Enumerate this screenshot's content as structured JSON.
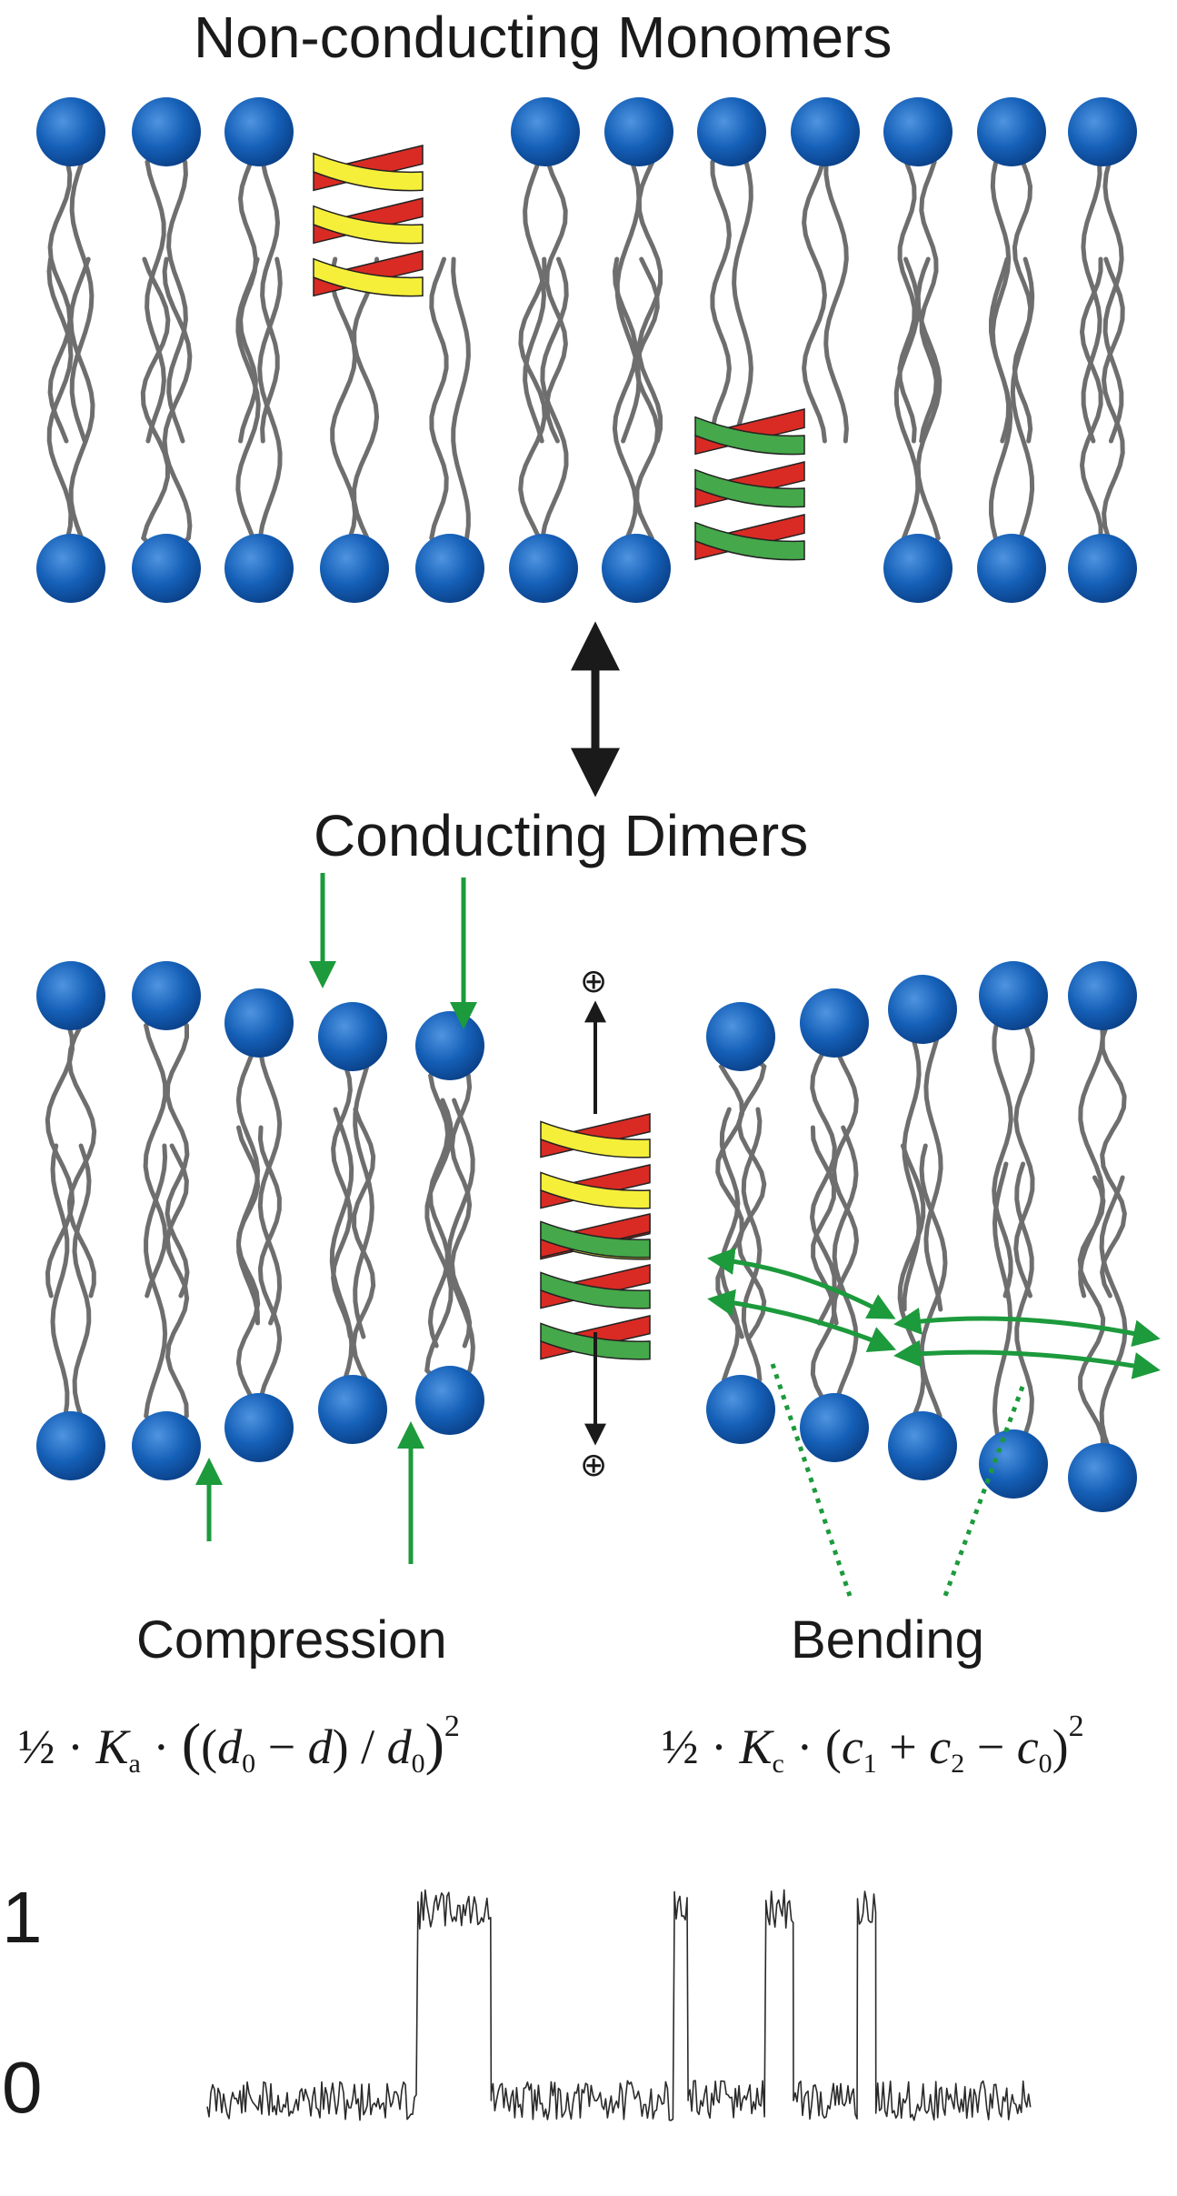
{
  "labels": {
    "top_title": "Non-conducting Monomers",
    "middle_title": "Conducting Dimers",
    "compression": "Compression",
    "bending": "Bending",
    "trace_high": "1",
    "trace_low": "0"
  },
  "equations": {
    "compression": {
      "half": "½",
      "K": "K",
      "K_sub": "a",
      "d0": "d",
      "d0_sub": "0",
      "d": "d",
      "exp": "2"
    },
    "bending": {
      "half": "½",
      "K": "K",
      "K_sub": "c",
      "c1": "c",
      "c1_sub": "1",
      "c2": "c",
      "c2_sub": "2",
      "c0": "c",
      "c0_sub": "0",
      "exp": "2"
    }
  },
  "symbols": {
    "charge": "⊕"
  },
  "colors": {
    "lipid_head": "#1560b8",
    "lipid_head_dark": "#0a3f86",
    "tail": "#6e6e6e",
    "helix_red": "#d92b24",
    "helix_yellow": "#f5ef3a",
    "helix_green": "#45a84a",
    "arrow_green": "#1c9a3c",
    "ink": "#1a1a1a"
  },
  "trace": {
    "levels": [
      0,
      1
    ],
    "segments": [
      [
        0,
        0
      ],
      [
        2.3,
        1
      ],
      [
        3.1,
        0
      ],
      [
        5.1,
        1
      ],
      [
        5.25,
        0
      ],
      [
        6.1,
        1
      ],
      [
        6.4,
        0
      ],
      [
        7.1,
        1
      ],
      [
        7.3,
        0
      ],
      [
        9.0,
        0
      ]
    ]
  }
}
